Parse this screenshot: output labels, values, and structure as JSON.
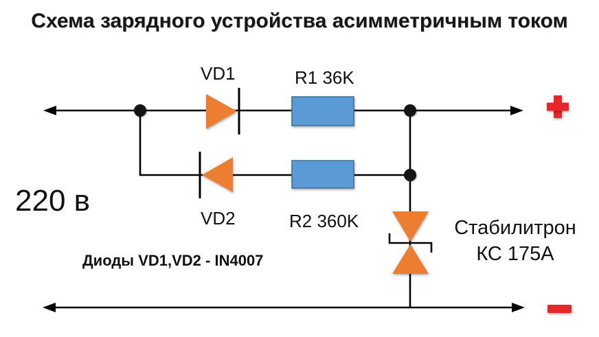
{
  "slide": {
    "title": "Схема зарядного устройства асимметричным током"
  },
  "labels": {
    "vd1": "VD1",
    "vd2": "VD2",
    "r1": "R1 36K",
    "r2": "R2 360K",
    "source_voltage": "220 в",
    "note": "Диоды VD1,VD2 - IN4007",
    "zener_name": "Стабилитрон",
    "zener_model": "КС 175А"
  },
  "icons": {
    "plus_terminal": "plus-terminal-icon",
    "minus_terminal": "minus-terminal-icon",
    "junction_dot": "junction-dot",
    "wire_arrow": "wire-arrow-icon"
  },
  "colors": {
    "background": "#ffffff",
    "wire": "#000000",
    "text": "#111111",
    "diode_orange": "#ED7D31",
    "resistor_fill": "#5B9BD5",
    "resistor_border": "#41719C",
    "terminal_red": "#E8252A"
  }
}
